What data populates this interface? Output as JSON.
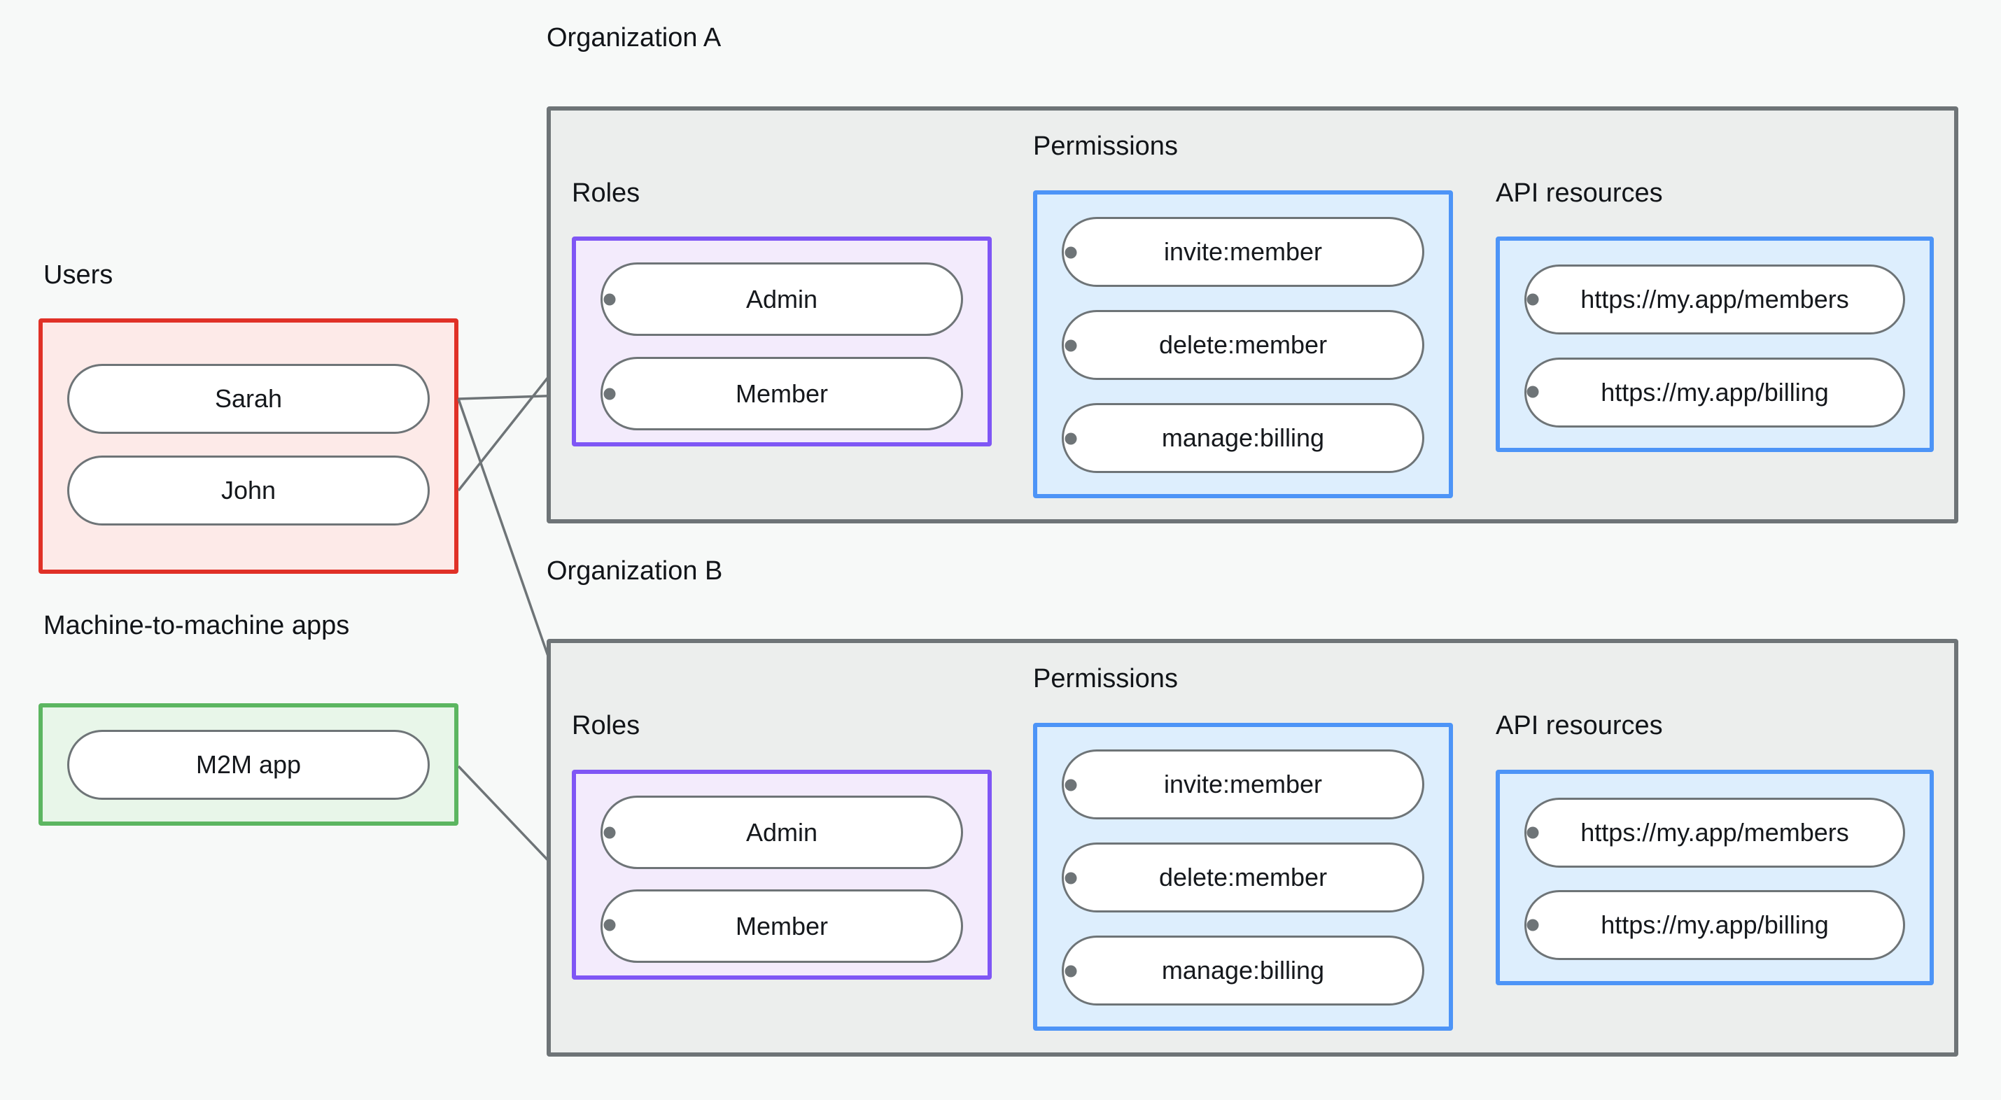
{
  "theme": {
    "background": "#f7f9f8",
    "org_frame_fill": "#eceeed",
    "org_frame_stroke": "#6e7477",
    "users_fill": "#fdeae8",
    "users_stroke": "#e03127",
    "m2m_fill": "#e8f6e9",
    "m2m_stroke": "#5cb661",
    "roles_fill": "#f3ebfc",
    "roles_stroke": "#7f56f5",
    "blue_fill": "#ddeefd",
    "blue_stroke": "#4d94f7",
    "pill_fill": "#ffffff",
    "pill_stroke": "#6e7477",
    "edge_stroke": "#6e7477",
    "text": "#15181c"
  },
  "left": {
    "users": {
      "label": "Users",
      "items": [
        "Sarah",
        "John"
      ]
    },
    "m2m": {
      "label": "Machine-to-machine apps",
      "items": [
        "M2M app"
      ]
    }
  },
  "organizations": [
    {
      "title": "Organization A",
      "roles": {
        "label": "Roles",
        "items": [
          "Admin",
          "Member"
        ]
      },
      "permissions": {
        "label": "Permissions",
        "items": [
          "invite:member",
          "delete:member",
          "manage:billing"
        ]
      },
      "api_resources": {
        "label": "API resources",
        "items": [
          "https://my.app/members",
          "https://my.app/billing"
        ]
      }
    },
    {
      "title": "Organization B",
      "roles": {
        "label": "Roles",
        "items": [
          "Admin",
          "Member"
        ]
      },
      "permissions": {
        "label": "Permissions",
        "items": [
          "invite:member",
          "delete:member",
          "manage:billing"
        ]
      },
      "api_resources": {
        "label": "API resources",
        "items": [
          "https://my.app/members",
          "https://my.app/billing"
        ]
      }
    }
  ],
  "connections": [
    {
      "from": "Sarah",
      "to": "Organization A / Member"
    },
    {
      "from": "Sarah",
      "to": "Organization B / Admin"
    },
    {
      "from": "John",
      "to": "Organization A / Admin"
    },
    {
      "from": "M2M app",
      "to": "Organization B / Member"
    },
    {
      "from": "Organization A / Admin",
      "to": "Organization A / invite:member"
    },
    {
      "from": "Organization A / Admin",
      "to": "Organization A / delete:member"
    },
    {
      "from": "Organization A / Member",
      "to": "Organization A / manage:billing"
    },
    {
      "from": "Organization A / invite:member",
      "to": "Organization A / https://my.app/members"
    },
    {
      "from": "Organization A / delete:member",
      "to": "Organization A / https://my.app/members"
    },
    {
      "from": "Organization A / manage:billing",
      "to": "Organization A / https://my.app/billing"
    },
    {
      "from": "Organization B / Admin",
      "to": "Organization B / invite:member"
    },
    {
      "from": "Organization B / Admin",
      "to": "Organization B / delete:member"
    },
    {
      "from": "Organization B / Member",
      "to": "Organization B / manage:billing"
    },
    {
      "from": "Organization B / invite:member",
      "to": "Organization B / https://my.app/members"
    },
    {
      "from": "Organization B / delete:member",
      "to": "Organization B / https://my.app/members"
    },
    {
      "from": "Organization B / manage:billing",
      "to": "Organization B / https://my.app/billing"
    }
  ]
}
